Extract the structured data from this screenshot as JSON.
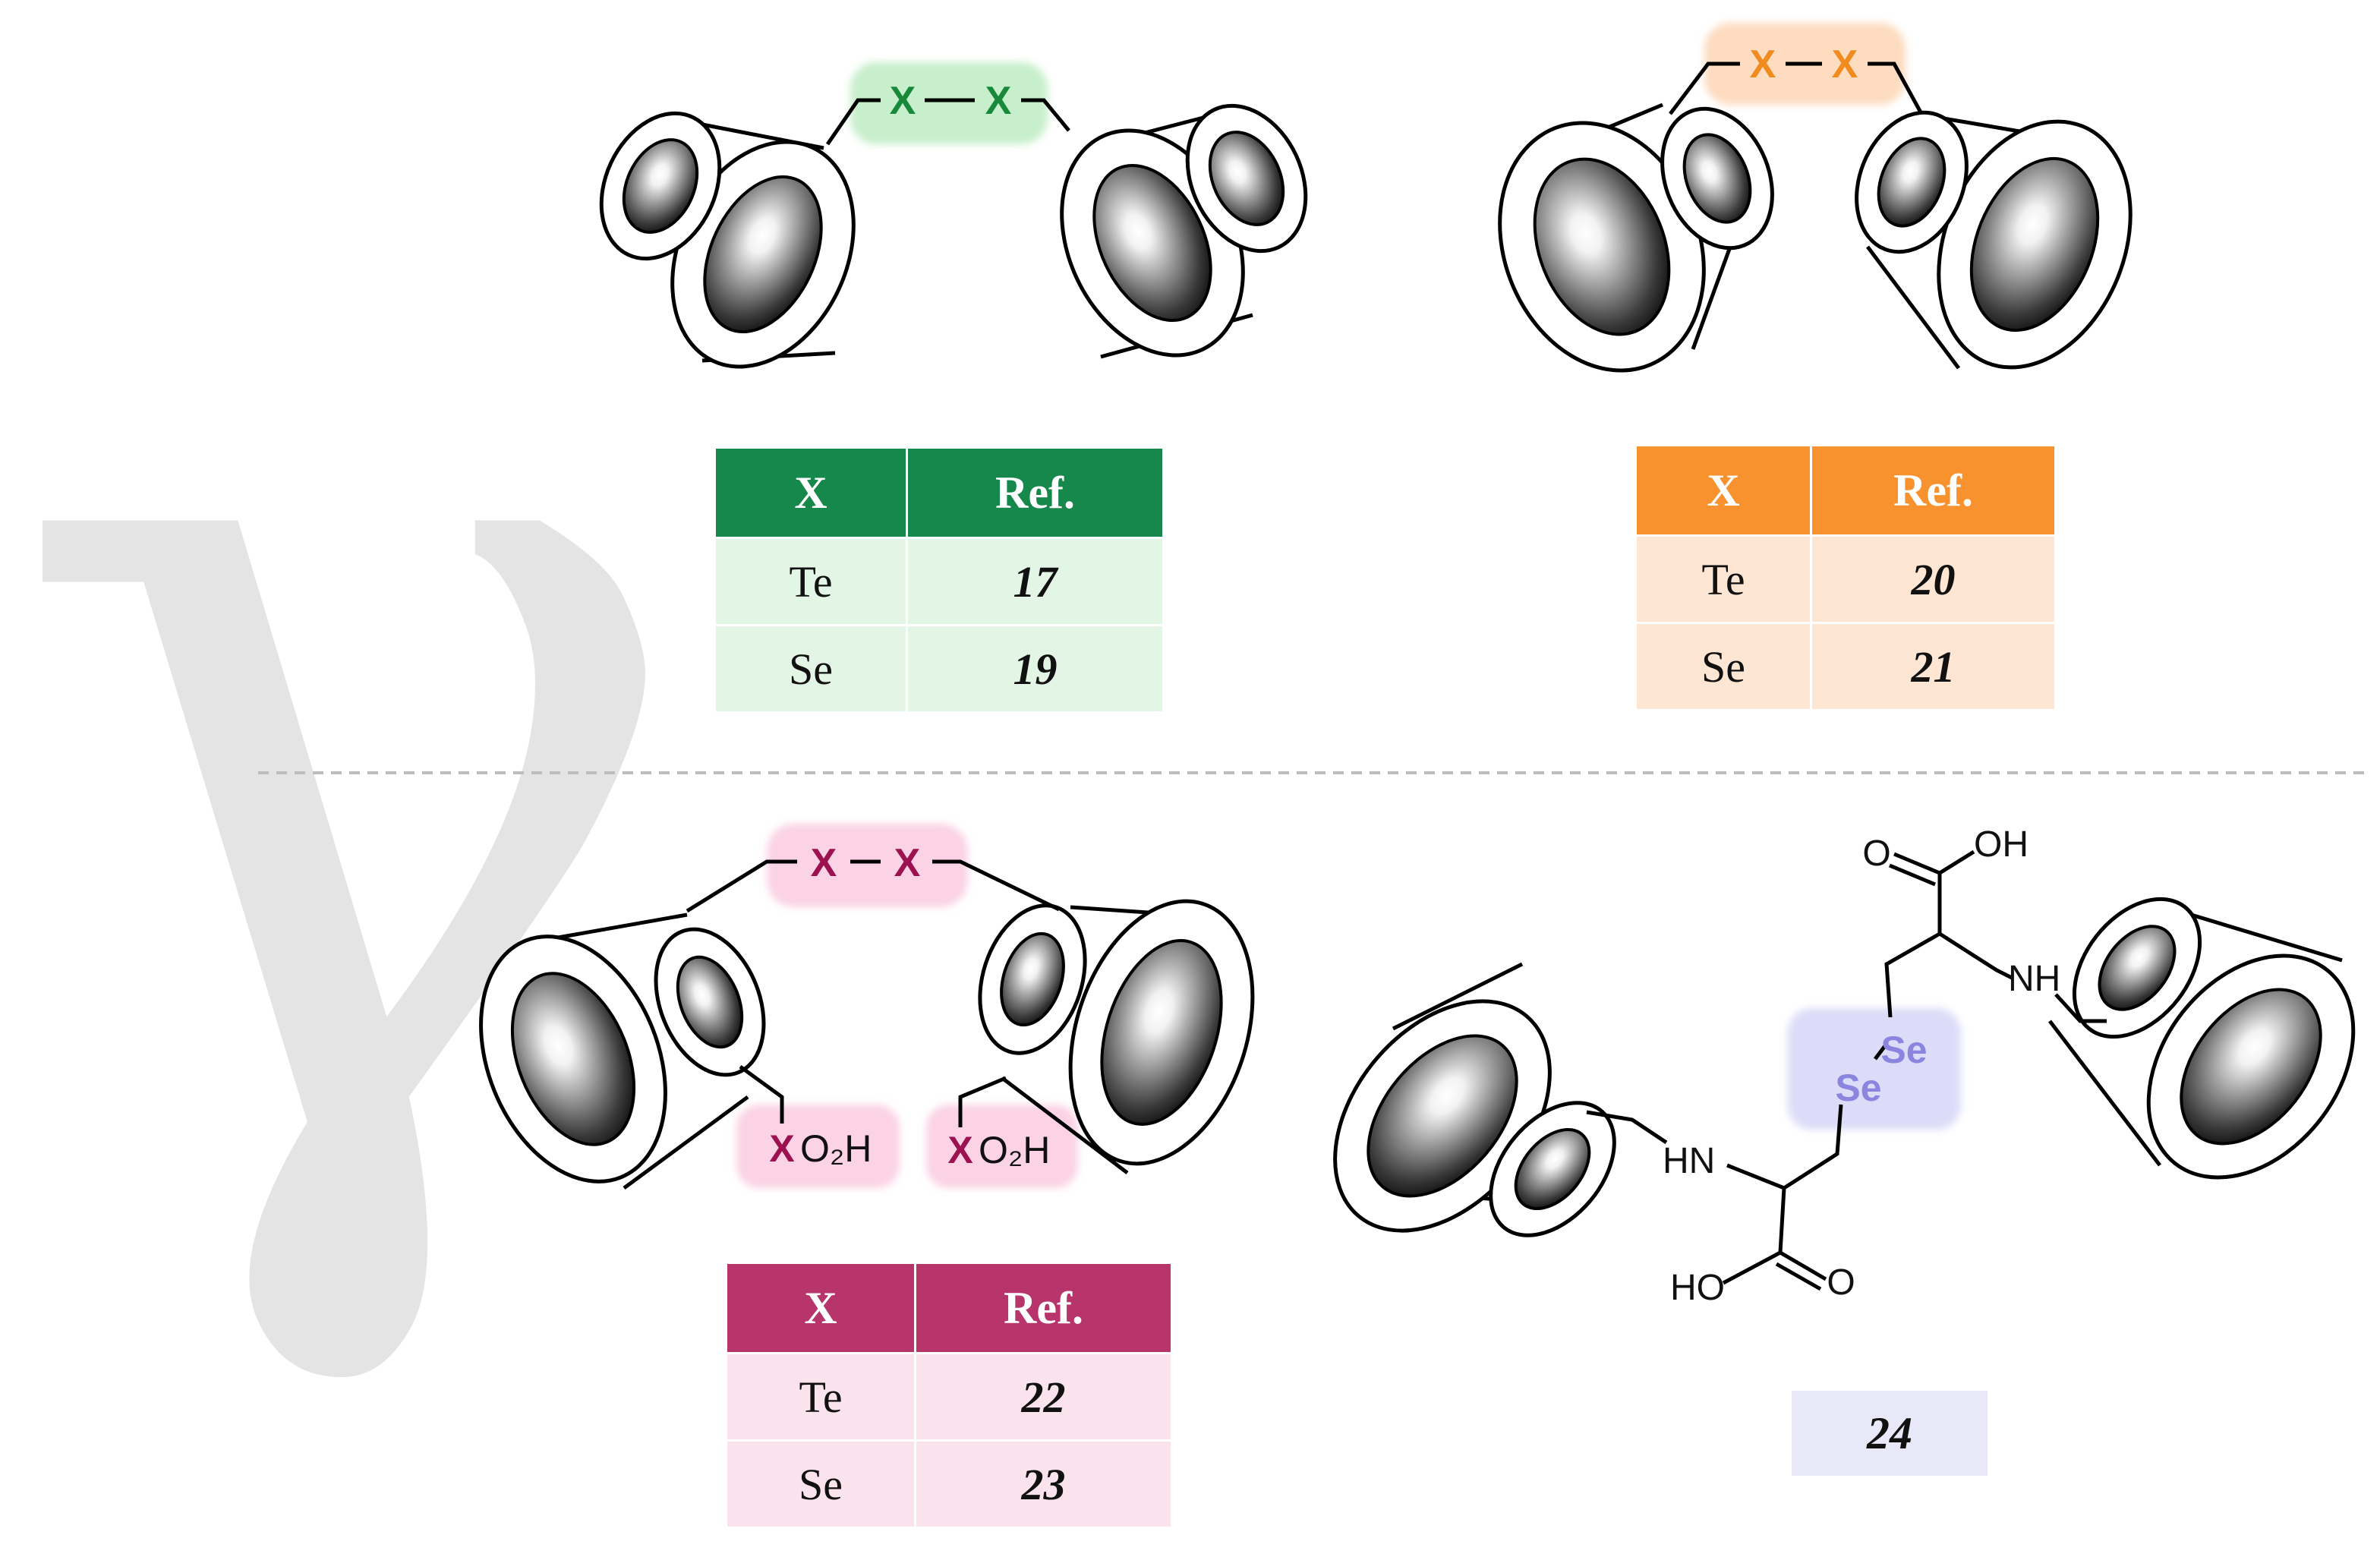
{
  "background_glyph": "γ",
  "panels": {
    "top_left": {
      "linker": [
        "X",
        "X"
      ],
      "table": {
        "headers": [
          "X",
          "Ref."
        ],
        "rows": [
          [
            "Te",
            "17"
          ],
          [
            "Se",
            "19"
          ]
        ],
        "header_color": "#17884b",
        "body_color": "#e3f6e6"
      },
      "highlight_color": "#c8efcc",
      "atom_color": "#18893a"
    },
    "top_right": {
      "linker": [
        "X",
        "X"
      ],
      "table": {
        "headers": [
          "X",
          "Ref."
        ],
        "rows": [
          [
            "Te",
            "20"
          ],
          [
            "Se",
            "21"
          ]
        ],
        "header_color": "#f7922f",
        "body_color": "#fde6d3"
      },
      "highlight_color": "#fddcc0",
      "atom_color": "#f08b1f"
    },
    "bottom_left": {
      "linker": [
        "X",
        "X"
      ],
      "substituents": [
        {
          "atom": "X",
          "group": "O₂H"
        },
        {
          "atom": "X",
          "group": "O₂H"
        }
      ],
      "table": {
        "headers": [
          "X",
          "Ref."
        ],
        "rows": [
          [
            "Te",
            "22"
          ],
          [
            "Se",
            "23"
          ]
        ],
        "header_color": "#b7356a",
        "body_color": "#fbe3ee"
      },
      "highlight_color": "#fbd3e4",
      "atom_color": "#9c1150"
    },
    "bottom_right": {
      "atoms": {
        "se_upper": "Se",
        "se_lower": "Se",
        "nh_right": "NH",
        "hn_left": "HN",
        "o_top": "O",
        "oh_top": "OH",
        "ho_bottom": "HO",
        "o_bottom": "O"
      },
      "compound_label": "24",
      "highlight_color": "#dcdcf8",
      "atom_color": "#8a86e0",
      "label_bg": "#e8e8f8"
    }
  }
}
